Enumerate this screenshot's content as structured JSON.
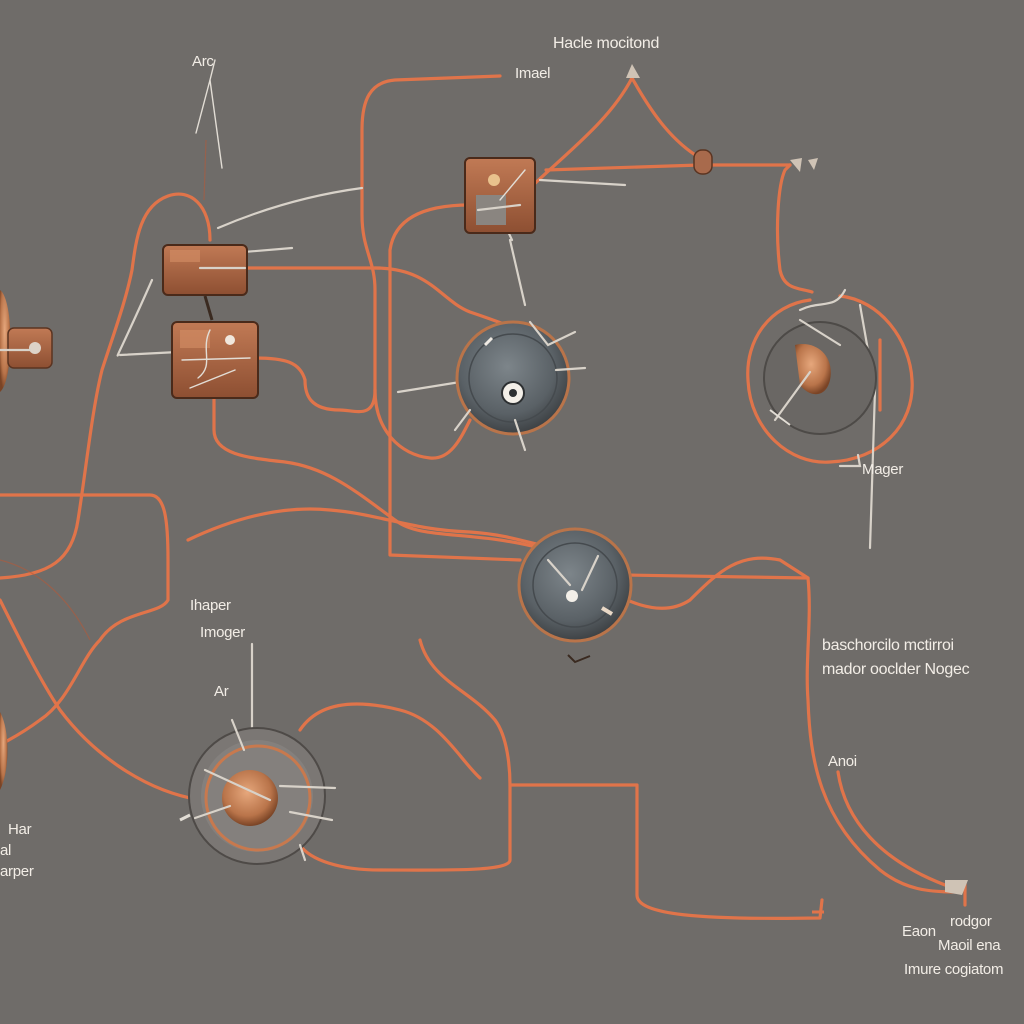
{
  "labels": {
    "top_title": "Hacle mocitond",
    "top_sub": "Imael",
    "top_left": "Arc",
    "right_mid": "Mager",
    "left_mid1": "Ihaper",
    "left_mid2": "Imoger",
    "left_mid3": "Ar",
    "right_block1": "baschorcilo mctirroi",
    "right_block2": "mador ooclder Nogec",
    "right_low": "Anoi",
    "left_low1": "Har",
    "left_low2": "al",
    "left_low3": "arper",
    "bottom_right1": "Eaon",
    "bottom_right2": "rodgor",
    "bottom_right3": "Maoil ena",
    "bottom_right4": "Imure cogiatom"
  },
  "colors": {
    "background": "#6f6c69",
    "wire": "#e0744a",
    "copper": "#b86a45",
    "lead": "#d8d2c9"
  }
}
